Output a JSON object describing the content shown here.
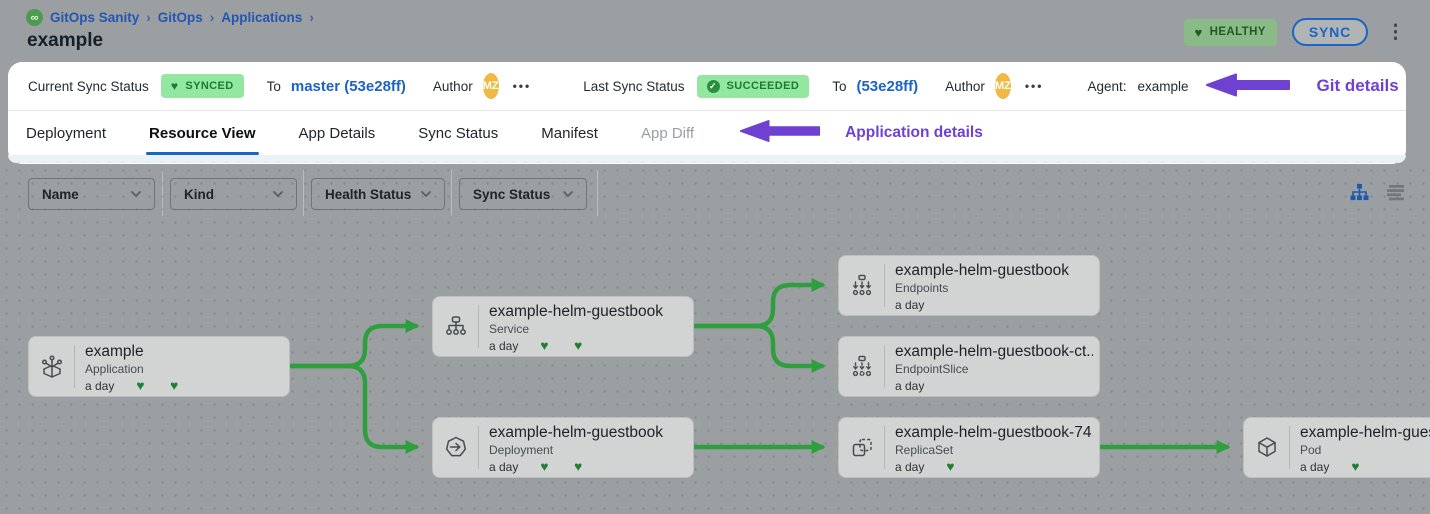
{
  "colors": {
    "accent_blue": "#1c63c5",
    "tab_underline_blue": "#1766c2",
    "edge_green": "#2f9e3f",
    "heart_green": "#1d8030",
    "badge_green_bg": "#93e7a0",
    "badge_green_text": "#1c7a33",
    "healthy_badge_bg": "#8aba88",
    "healthy_badge_text": "#1f5b25",
    "annotation_purple": "#6f41d1",
    "avatar_orange": "#f2b844",
    "canvas_gray": "#9b9fa1",
    "node_gray": "#d2d3d3"
  },
  "header": {
    "breadcrumb": {
      "logo_icon": "gitops-logo",
      "separator": "›",
      "items": [
        "GitOps Sanity",
        "GitOps",
        "Applications"
      ]
    },
    "title": "example",
    "health_badge": {
      "icon": "♥",
      "label": "HEALTHY"
    },
    "sync_button": "SYNC",
    "kebab": "⋮"
  },
  "sync_bar": {
    "current": {
      "label": "Current Sync Status",
      "badge": {
        "icon": "♥",
        "text": "SYNCED"
      },
      "to": "To",
      "ref": "master (53e28ff)",
      "author": "Author",
      "avatar": "MZ",
      "more": "•••"
    },
    "last": {
      "label": "Last Sync Status",
      "badge": {
        "icon": "✓",
        "text": "SUCCEEDED"
      },
      "to": "To",
      "ref": "(53e28ff)",
      "author": "Author",
      "avatar": "MZ",
      "more": "•••"
    },
    "agent_label": "Agent:",
    "agent_value": "example",
    "annotation": "Git details"
  },
  "tabs": {
    "active": "Resource View",
    "items": [
      {
        "label": "Deployment"
      },
      {
        "label": "Resource View"
      },
      {
        "label": "App Details"
      },
      {
        "label": "Sync Status"
      },
      {
        "label": "Manifest"
      },
      {
        "label": "App Diff"
      }
    ],
    "annotation": "Application details"
  },
  "filters": {
    "items": [
      "Name",
      "Kind",
      "Health Status",
      "Sync Status"
    ]
  },
  "graph": {
    "nodes": [
      {
        "title": "example",
        "kind": "Application",
        "age": "a day",
        "hearts": "♥ ♥"
      },
      {
        "title": "example-helm-guestbook",
        "kind": "Service",
        "age": "a day",
        "hearts": "♥ ♥"
      },
      {
        "title": "example-helm-guestbook",
        "kind": "Deployment",
        "age": "a day",
        "hearts": "♥ ♥"
      },
      {
        "title": "example-helm-guestbook",
        "kind": "Endpoints",
        "age": "a day",
        "hearts": ""
      },
      {
        "title": "example-helm-guestbook-ct...",
        "kind": "EndpointSlice",
        "age": "a day",
        "hearts": ""
      },
      {
        "title": "example-helm-guestbook-74...",
        "kind": "ReplicaSet",
        "age": "a day",
        "hearts": "♥"
      },
      {
        "title": "example-helm-guest",
        "kind": "Pod",
        "age": "a day",
        "hearts": "♥"
      }
    ]
  }
}
